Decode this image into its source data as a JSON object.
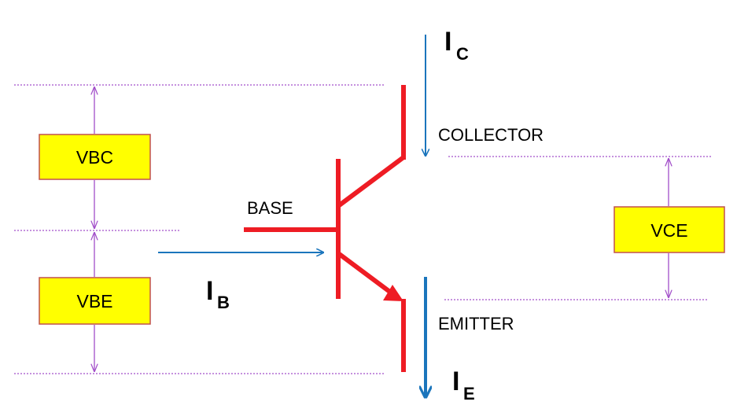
{
  "terminals": {
    "collector": "COLLECTOR",
    "base": "BASE",
    "emitter": "EMITTER"
  },
  "currents": {
    "ic": {
      "main": "I",
      "sub": "C"
    },
    "ib": {
      "main": "I",
      "sub": "B"
    },
    "ie": {
      "main": "I",
      "sub": "E"
    }
  },
  "voltages": {
    "vbc": "VBC",
    "vbe": "VBE",
    "vce": "VCE"
  },
  "colors": {
    "transistor": "#ee1c24",
    "current_arrows": "#1b75bc",
    "dimension_lines": "#a24fc9",
    "label_box_fill": "#ffff00",
    "label_box_border": "#c0504d"
  }
}
